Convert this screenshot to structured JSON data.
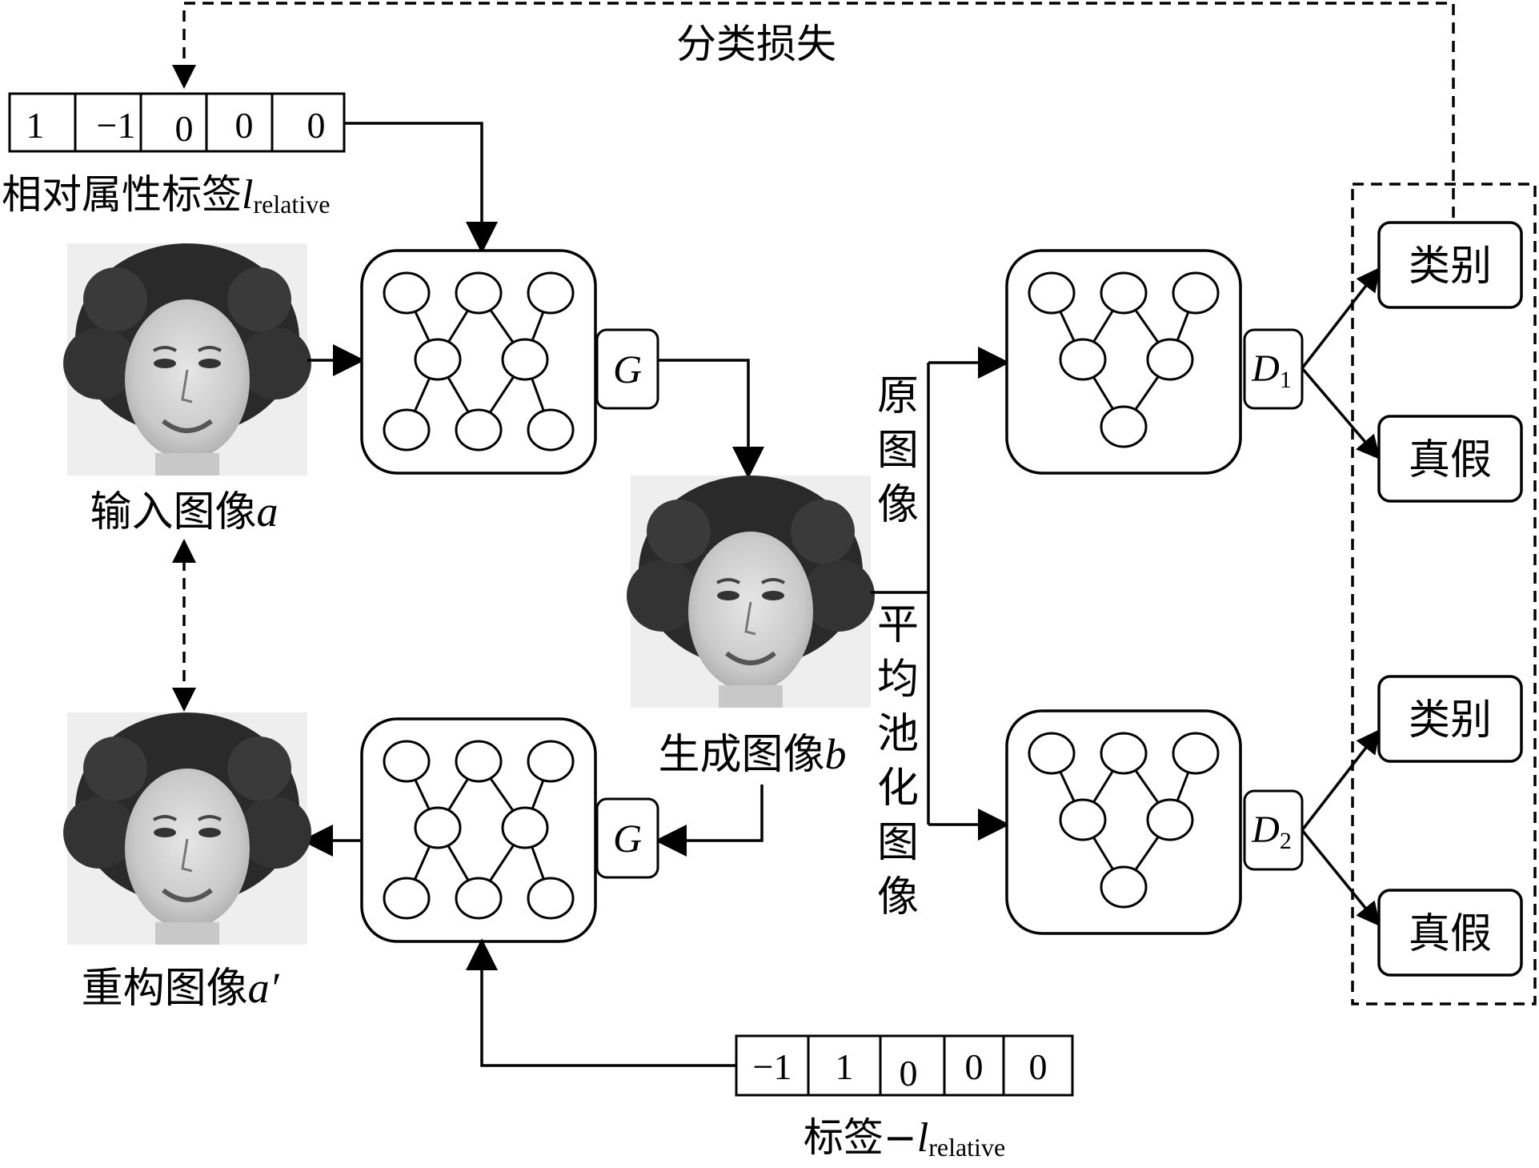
{
  "loss_label": "分类损失",
  "label_vector_top": [
    "1",
    "−1",
    "0",
    "0",
    "0"
  ],
  "label_vector_top_caption": {
    "main": "相对属性标签",
    "var": "l",
    "sub": "relative"
  },
  "label_vector_bottom": [
    "−1",
    "1",
    "0",
    "0",
    "0"
  ],
  "label_vector_bottom_caption": {
    "main": "标签−",
    "var": "l",
    "sub": "relative"
  },
  "input_image_caption": {
    "main": "输入图像",
    "var": "a"
  },
  "generated_image_caption": {
    "main": "生成图像",
    "var": "b"
  },
  "reconstructed_image_caption": {
    "main": "重构图像",
    "var": "a′"
  },
  "generator_label": "G",
  "discriminator_1": {
    "var": "D",
    "sub": "1"
  },
  "discriminator_2": {
    "var": "D",
    "sub": "2"
  },
  "branch_top_label": [
    "原",
    "图",
    "像"
  ],
  "branch_bottom_label": [
    "平",
    "均",
    "池",
    "化",
    "图",
    "像"
  ],
  "output_class": "类别",
  "output_real_fake": "真假"
}
